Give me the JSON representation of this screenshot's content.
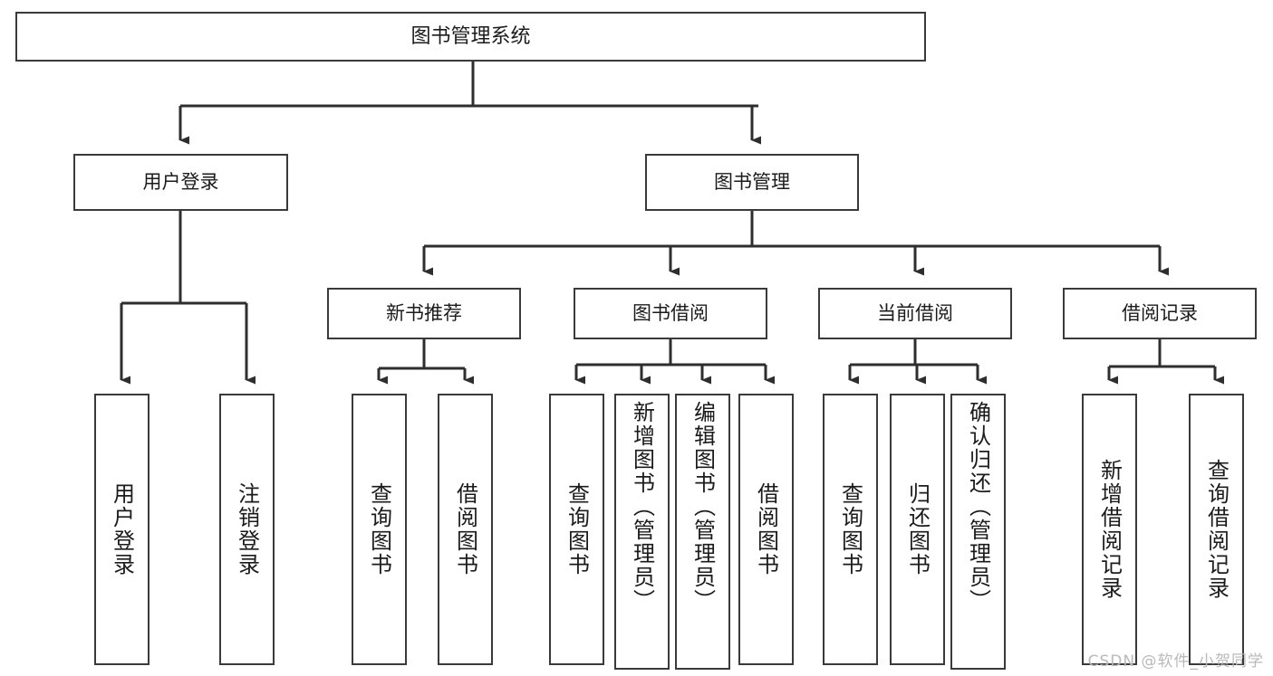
{
  "diagram": {
    "title": "图书管理系统",
    "type": "tree-hierarchy",
    "colors": {
      "stroke": "#3a3a3a",
      "fill": "#ffffff",
      "text": "#1b1b1b",
      "watermark": "#b9b9b9"
    },
    "watermark": "CSDN @软件_小贺同学",
    "nodes": {
      "root": "图书管理系统",
      "level1": [
        {
          "id": "user-login",
          "label": "用户登录"
        },
        {
          "id": "book-manage",
          "label": "图书管理"
        }
      ],
      "level2": [
        {
          "id": "new-book-recommend",
          "label": "新书推荐"
        },
        {
          "id": "book-borrow",
          "label": "图书借阅"
        },
        {
          "id": "current-borrow",
          "label": "当前借阅"
        },
        {
          "id": "borrow-record",
          "label": "借阅记录"
        }
      ],
      "leaves": [
        {
          "id": "leaf-user-login",
          "label": "用户登录",
          "parent": "user-login"
        },
        {
          "id": "leaf-logout",
          "label": "注销登录",
          "parent": "user-login"
        },
        {
          "id": "leaf-query-book-1",
          "label": "查询图书",
          "parent": "new-book-recommend"
        },
        {
          "id": "leaf-borrow-book-1",
          "label": "借阅图书",
          "parent": "new-book-recommend"
        },
        {
          "id": "leaf-query-book-2",
          "label": "查询图书",
          "parent": "book-borrow"
        },
        {
          "id": "leaf-add-book",
          "label": "新增图书（管理员）",
          "parent": "book-borrow"
        },
        {
          "id": "leaf-edit-book",
          "label": "编辑图书（管理员）",
          "parent": "book-borrow"
        },
        {
          "id": "leaf-borrow-book-2",
          "label": "借阅图书",
          "parent": "book-borrow"
        },
        {
          "id": "leaf-query-book-3",
          "label": "查询图书",
          "parent": "current-borrow"
        },
        {
          "id": "leaf-return-book",
          "label": "归还图书",
          "parent": "current-borrow"
        },
        {
          "id": "leaf-confirm-return",
          "label": "确认归还（管理员）",
          "parent": "current-borrow"
        },
        {
          "id": "leaf-add-record",
          "label": "新增借阅记录",
          "parent": "borrow-record"
        },
        {
          "id": "leaf-query-record",
          "label": "查询借阅记录",
          "parent": "borrow-record"
        }
      ]
    }
  }
}
